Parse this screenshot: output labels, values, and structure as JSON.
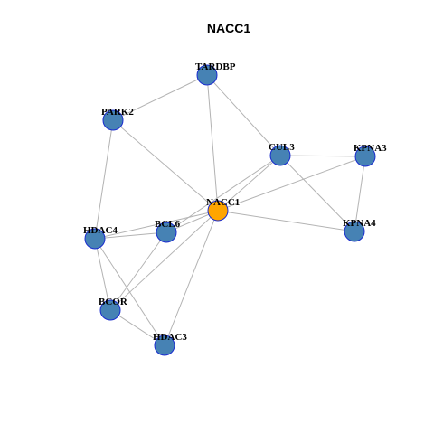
{
  "title": "NACC1",
  "colors": {
    "node_default": "#4682b4",
    "node_default_border": "#1a2ccf",
    "node_focus": "#ffa500",
    "node_focus_border": "#1a2ccf",
    "edge": "#b3b3b3"
  },
  "nodes": [
    {
      "id": "TARDBP",
      "label": "TARDBP",
      "focus": false
    },
    {
      "id": "PARK2",
      "label": "PARK2",
      "focus": false
    },
    {
      "id": "CUL3",
      "label": "CUL3",
      "focus": false
    },
    {
      "id": "KPNA3",
      "label": "KPNA3",
      "focus": false
    },
    {
      "id": "NACC1",
      "label": "NACC1",
      "focus": true
    },
    {
      "id": "HDAC4",
      "label": "HDAC4",
      "focus": false
    },
    {
      "id": "BCL6",
      "label": "BCL6",
      "focus": false
    },
    {
      "id": "KPNA4",
      "label": "KPNA4",
      "focus": false
    },
    {
      "id": "BCOR",
      "label": "BCOR",
      "focus": false
    },
    {
      "id": "HDAC3",
      "label": "HDAC3",
      "focus": false
    }
  ],
  "edges": [
    [
      "TARDBP",
      "PARK2"
    ],
    [
      "TARDBP",
      "CUL3"
    ],
    [
      "TARDBP",
      "NACC1"
    ],
    [
      "PARK2",
      "NACC1"
    ],
    [
      "PARK2",
      "HDAC4"
    ],
    [
      "CUL3",
      "KPNA3"
    ],
    [
      "CUL3",
      "KPNA4"
    ],
    [
      "CUL3",
      "NACC1"
    ],
    [
      "CUL3",
      "BCL6"
    ],
    [
      "KPNA3",
      "KPNA4"
    ],
    [
      "KPNA3",
      "NACC1"
    ],
    [
      "NACC1",
      "KPNA4"
    ],
    [
      "NACC1",
      "BCL6"
    ],
    [
      "NACC1",
      "HDAC4"
    ],
    [
      "NACC1",
      "BCOR"
    ],
    [
      "NACC1",
      "HDAC3"
    ],
    [
      "HDAC4",
      "BCL6"
    ],
    [
      "HDAC4",
      "BCOR"
    ],
    [
      "HDAC4",
      "HDAC3"
    ],
    [
      "BCL6",
      "BCOR"
    ],
    [
      "BCOR",
      "HDAC3"
    ]
  ]
}
